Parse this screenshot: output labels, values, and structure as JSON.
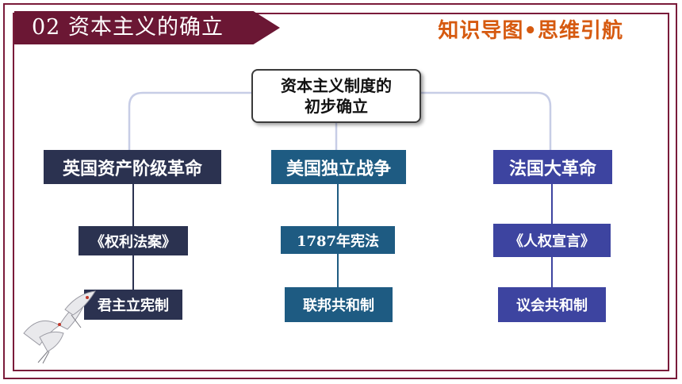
{
  "header": {
    "section_title": "02 资本主义的确立",
    "subtitle": "知识导图•思维引航"
  },
  "mindmap": {
    "root": {
      "line1": "资本主义制度的",
      "line2": "初步确立"
    },
    "branches": [
      {
        "title": "英国资产阶级革命",
        "document": "《权利法案》",
        "system": "君主立宪制",
        "color": "#2b3250"
      },
      {
        "title": "美国独立战争",
        "document": "1787年宪法",
        "system": "联邦共和制",
        "color": "#1e5b82"
      },
      {
        "title": "法国大革命",
        "document": "《人权宣言》",
        "system": "议会共和制",
        "color": "#3d44a0"
      }
    ]
  },
  "colors": {
    "frame": "#7a1b3a",
    "banner": "#6b1734",
    "subtitle": "#d65a10",
    "connector": "#c7cde6"
  }
}
